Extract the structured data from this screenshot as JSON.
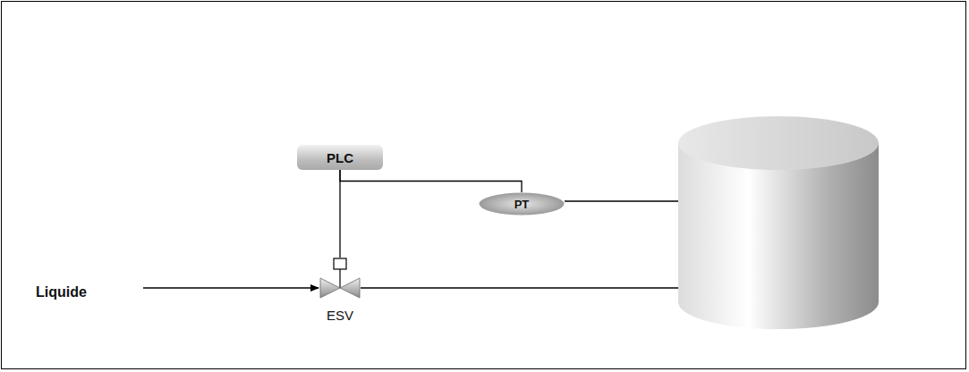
{
  "diagram": {
    "nodes": [
      {
        "text": [
          "PLC"
        ]
      },
      {
        "text": [
          "PT"
        ]
      },
      {
        "text": [
          "ESV"
        ]
      }
    ],
    "edges": [
      {
        "from": 0,
        "to": 1,
        "arrow": "none"
      },
      {
        "from": 0,
        "to": 2,
        "arrow": "none"
      }
    ],
    "labels": [
      "Liquide"
    ]
  }
}
